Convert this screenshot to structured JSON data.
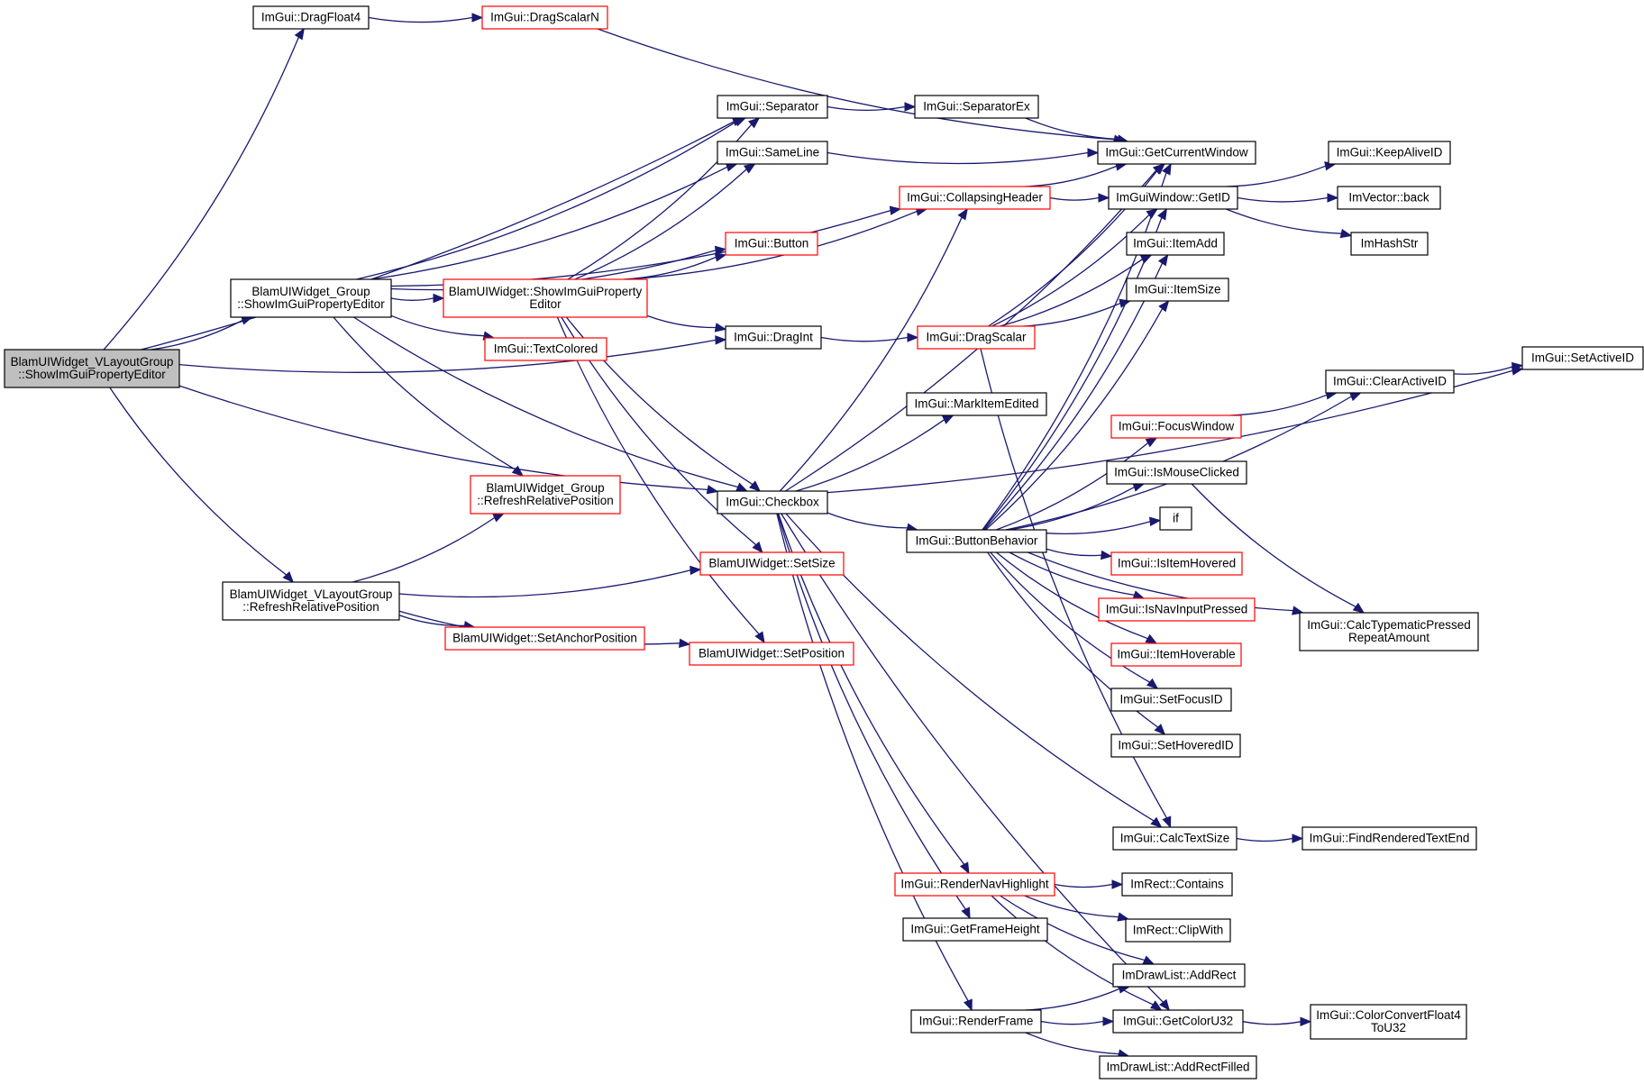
{
  "graph": {
    "colors": {
      "edge": "#191970",
      "red_border": "#ff0000",
      "black_border": "#000000",
      "root_fill": "#bfbfbf"
    },
    "nodes": [
      {
        "id": "root",
        "lines": [
          "BlamUIWidget_VLayoutGroup",
          "::ShowImGuiPropertyEditor"
        ],
        "border": "black",
        "root": true
      },
      {
        "id": "dragfloat4",
        "lines": [
          "ImGui::DragFloat4"
        ],
        "border": "black"
      },
      {
        "id": "dragscalarn",
        "lines": [
          "ImGui::DragScalarN"
        ],
        "border": "red"
      },
      {
        "id": "separator",
        "lines": [
          "ImGui::Separator"
        ],
        "border": "black"
      },
      {
        "id": "separatorex",
        "lines": [
          "ImGui::SeparatorEx"
        ],
        "border": "black"
      },
      {
        "id": "sameline",
        "lines": [
          "ImGui::SameLine"
        ],
        "border": "black"
      },
      {
        "id": "getcurrentwindow",
        "lines": [
          "ImGui::GetCurrentWindow"
        ],
        "border": "black"
      },
      {
        "id": "collapsingheader",
        "lines": [
          "ImGui::CollapsingHeader"
        ],
        "border": "red"
      },
      {
        "id": "button",
        "lines": [
          "ImGui::Button"
        ],
        "border": "red"
      },
      {
        "id": "group_show",
        "lines": [
          "BlamUIWidget_Group",
          "::ShowImGuiPropertyEditor"
        ],
        "border": "black"
      },
      {
        "id": "widget_show",
        "lines": [
          "BlamUIWidget::ShowImGuiProperty",
          "Editor"
        ],
        "border": "red"
      },
      {
        "id": "textcolored",
        "lines": [
          "ImGui::TextColored"
        ],
        "border": "red"
      },
      {
        "id": "dragint",
        "lines": [
          "ImGui::DragInt"
        ],
        "border": "black"
      },
      {
        "id": "dragscalar",
        "lines": [
          "ImGui::DragScalar"
        ],
        "border": "red"
      },
      {
        "id": "markitemedited",
        "lines": [
          "ImGui::MarkItemEdited"
        ],
        "border": "black"
      },
      {
        "id": "group_refresh",
        "lines": [
          "BlamUIWidget_Group",
          "::RefreshRelativePosition"
        ],
        "border": "red"
      },
      {
        "id": "checkbox",
        "lines": [
          "ImGui::Checkbox"
        ],
        "border": "black"
      },
      {
        "id": "setsize",
        "lines": [
          "BlamUIWidget::SetSize"
        ],
        "border": "red"
      },
      {
        "id": "vlayout_refresh",
        "lines": [
          "BlamUIWidget_VLayoutGroup",
          "::RefreshRelativePosition"
        ],
        "border": "black"
      },
      {
        "id": "setanchor",
        "lines": [
          "BlamUIWidget::SetAnchorPosition"
        ],
        "border": "red"
      },
      {
        "id": "setposition",
        "lines": [
          "BlamUIWidget::SetPosition"
        ],
        "border": "red"
      },
      {
        "id": "getid",
        "lines": [
          "ImGuiWindow::GetID"
        ],
        "border": "black"
      },
      {
        "id": "keepaliveid",
        "lines": [
          "ImGui::KeepAliveID"
        ],
        "border": "black"
      },
      {
        "id": "vectorback",
        "lines": [
          "ImVector::back"
        ],
        "border": "black"
      },
      {
        "id": "hashstr",
        "lines": [
          "ImHashStr"
        ],
        "border": "black"
      },
      {
        "id": "itemadd",
        "lines": [
          "ImGui::ItemAdd"
        ],
        "border": "black"
      },
      {
        "id": "itemsize",
        "lines": [
          "ImGui::ItemSize"
        ],
        "border": "black"
      },
      {
        "id": "setactiveid",
        "lines": [
          "ImGui::SetActiveID"
        ],
        "border": "black"
      },
      {
        "id": "clearactiveid",
        "lines": [
          "ImGui::ClearActiveID"
        ],
        "border": "black"
      },
      {
        "id": "focuswindow",
        "lines": [
          "ImGui::FocusWindow"
        ],
        "border": "red"
      },
      {
        "id": "ismouseclicked",
        "lines": [
          "ImGui::IsMouseClicked"
        ],
        "border": "black"
      },
      {
        "id": "if",
        "lines": [
          "if"
        ],
        "border": "black"
      },
      {
        "id": "buttonbehavior",
        "lines": [
          "ImGui::ButtonBehavior"
        ],
        "border": "black"
      },
      {
        "id": "isitemhovered",
        "lines": [
          "ImGui::IsItemHovered"
        ],
        "border": "red"
      },
      {
        "id": "isnavinputpressed",
        "lines": [
          "ImGui::IsNavInputPressed"
        ],
        "border": "red"
      },
      {
        "id": "calctypematic",
        "lines": [
          "ImGui::CalcTypematicPressed",
          "RepeatAmount"
        ],
        "border": "black"
      },
      {
        "id": "itemhoverable",
        "lines": [
          "ImGui::ItemHoverable"
        ],
        "border": "red"
      },
      {
        "id": "setfocusid",
        "lines": [
          "ImGui::SetFocusID"
        ],
        "border": "black"
      },
      {
        "id": "sethoveredid",
        "lines": [
          "ImGui::SetHoveredID"
        ],
        "border": "black"
      },
      {
        "id": "calctextsize",
        "lines": [
          "ImGui::CalcTextSize"
        ],
        "border": "black"
      },
      {
        "id": "findrenderedtextend",
        "lines": [
          "ImGui::FindRenderedTextEnd"
        ],
        "border": "black"
      },
      {
        "id": "rendernavhighlight",
        "lines": [
          "ImGui::RenderNavHighlight"
        ],
        "border": "red"
      },
      {
        "id": "rectcontains",
        "lines": [
          "ImRect::Contains"
        ],
        "border": "black"
      },
      {
        "id": "getframeheight",
        "lines": [
          "ImGui::GetFrameHeight"
        ],
        "border": "black"
      },
      {
        "id": "rectclipwith",
        "lines": [
          "ImRect::ClipWith"
        ],
        "border": "black"
      },
      {
        "id": "addrect",
        "lines": [
          "ImDrawList::AddRect"
        ],
        "border": "black"
      },
      {
        "id": "renderframe",
        "lines": [
          "ImGui::RenderFrame"
        ],
        "border": "black"
      },
      {
        "id": "getcoloru32",
        "lines": [
          "ImGui::GetColorU32"
        ],
        "border": "black"
      },
      {
        "id": "colorconvert",
        "lines": [
          "ImGui::ColorConvertFloat4",
          "ToU32"
        ],
        "border": "black"
      },
      {
        "id": "addrectfilled",
        "lines": [
          "ImDrawList::AddRectFilled"
        ],
        "border": "black"
      }
    ],
    "edges": [
      [
        "root",
        "dragfloat4"
      ],
      [
        "root",
        "separator"
      ],
      [
        "root",
        "group_show"
      ],
      [
        "root",
        "dragint"
      ],
      [
        "root",
        "checkbox"
      ],
      [
        "root",
        "vlayout_refresh"
      ],
      [
        "dragfloat4",
        "dragscalarn"
      ],
      [
        "dragscalarn",
        "getcurrentwindow"
      ],
      [
        "separator",
        "separatorex"
      ],
      [
        "separatorex",
        "getcurrentwindow"
      ],
      [
        "sameline",
        "getcurrentwindow"
      ],
      [
        "collapsingheader",
        "getcurrentwindow"
      ],
      [
        "collapsingheader",
        "getid"
      ],
      [
        "group_show",
        "separator"
      ],
      [
        "group_show",
        "sameline"
      ],
      [
        "group_show",
        "collapsingheader"
      ],
      [
        "group_show",
        "button"
      ],
      [
        "group_show",
        "widget_show"
      ],
      [
        "group_show",
        "textcolored"
      ],
      [
        "group_show",
        "group_refresh"
      ],
      [
        "group_show",
        "checkbox"
      ],
      [
        "widget_show",
        "separator"
      ],
      [
        "widget_show",
        "sameline"
      ],
      [
        "widget_show",
        "button"
      ],
      [
        "widget_show",
        "collapsingheader"
      ],
      [
        "widget_show",
        "dragint"
      ],
      [
        "widget_show",
        "checkbox"
      ],
      [
        "widget_show",
        "setsize"
      ],
      [
        "widget_show",
        "setposition"
      ],
      [
        "dragint",
        "dragscalar"
      ],
      [
        "dragscalar",
        "getcurrentwindow"
      ],
      [
        "dragscalar",
        "getid"
      ],
      [
        "dragscalar",
        "itemadd"
      ],
      [
        "dragscalar",
        "itemsize"
      ],
      [
        "dragscalar",
        "calctextsize"
      ],
      [
        "checkbox",
        "getcurrentwindow"
      ],
      [
        "checkbox",
        "collapsingheader"
      ],
      [
        "checkbox",
        "markitemedited"
      ],
      [
        "checkbox",
        "setactiveid"
      ],
      [
        "checkbox",
        "buttonbehavior"
      ],
      [
        "checkbox",
        "calctextsize"
      ],
      [
        "checkbox",
        "rendernavhighlight"
      ],
      [
        "checkbox",
        "getframeheight"
      ],
      [
        "checkbox",
        "renderframe"
      ],
      [
        "checkbox",
        "getcoloru32"
      ],
      [
        "vlayout_refresh",
        "group_refresh"
      ],
      [
        "vlayout_refresh",
        "setsize"
      ],
      [
        "vlayout_refresh",
        "setanchor"
      ],
      [
        "vlayout_refresh",
        "setposition"
      ],
      [
        "getid",
        "keepaliveid"
      ],
      [
        "getid",
        "vectorback"
      ],
      [
        "getid",
        "hashstr"
      ],
      [
        "clearactiveid",
        "setactiveid"
      ],
      [
        "focuswindow",
        "clearactiveid"
      ],
      [
        "ismouseclicked",
        "calctypematic"
      ],
      [
        "buttonbehavior",
        "getcurrentwindow"
      ],
      [
        "buttonbehavior",
        "getid"
      ],
      [
        "buttonbehavior",
        "itemadd"
      ],
      [
        "buttonbehavior",
        "itemsize"
      ],
      [
        "buttonbehavior",
        "clearactiveid"
      ],
      [
        "buttonbehavior",
        "focuswindow"
      ],
      [
        "buttonbehavior",
        "ismouseclicked"
      ],
      [
        "buttonbehavior",
        "if"
      ],
      [
        "buttonbehavior",
        "isitemhovered"
      ],
      [
        "buttonbehavior",
        "isnavinputpressed"
      ],
      [
        "buttonbehavior",
        "itemhoverable"
      ],
      [
        "buttonbehavior",
        "setfocusid"
      ],
      [
        "buttonbehavior",
        "sethoveredid"
      ],
      [
        "buttonbehavior",
        "calctypematic"
      ],
      [
        "calctextsize",
        "findrenderedtextend"
      ],
      [
        "rendernavhighlight",
        "rectcontains"
      ],
      [
        "rendernavhighlight",
        "rectclipwith"
      ],
      [
        "rendernavhighlight",
        "addrect"
      ],
      [
        "rendernavhighlight",
        "getcoloru32"
      ],
      [
        "renderframe",
        "addrect"
      ],
      [
        "renderframe",
        "getcoloru32"
      ],
      [
        "renderframe",
        "addrectfilled"
      ],
      [
        "getcoloru32",
        "colorconvert"
      ]
    ]
  }
}
